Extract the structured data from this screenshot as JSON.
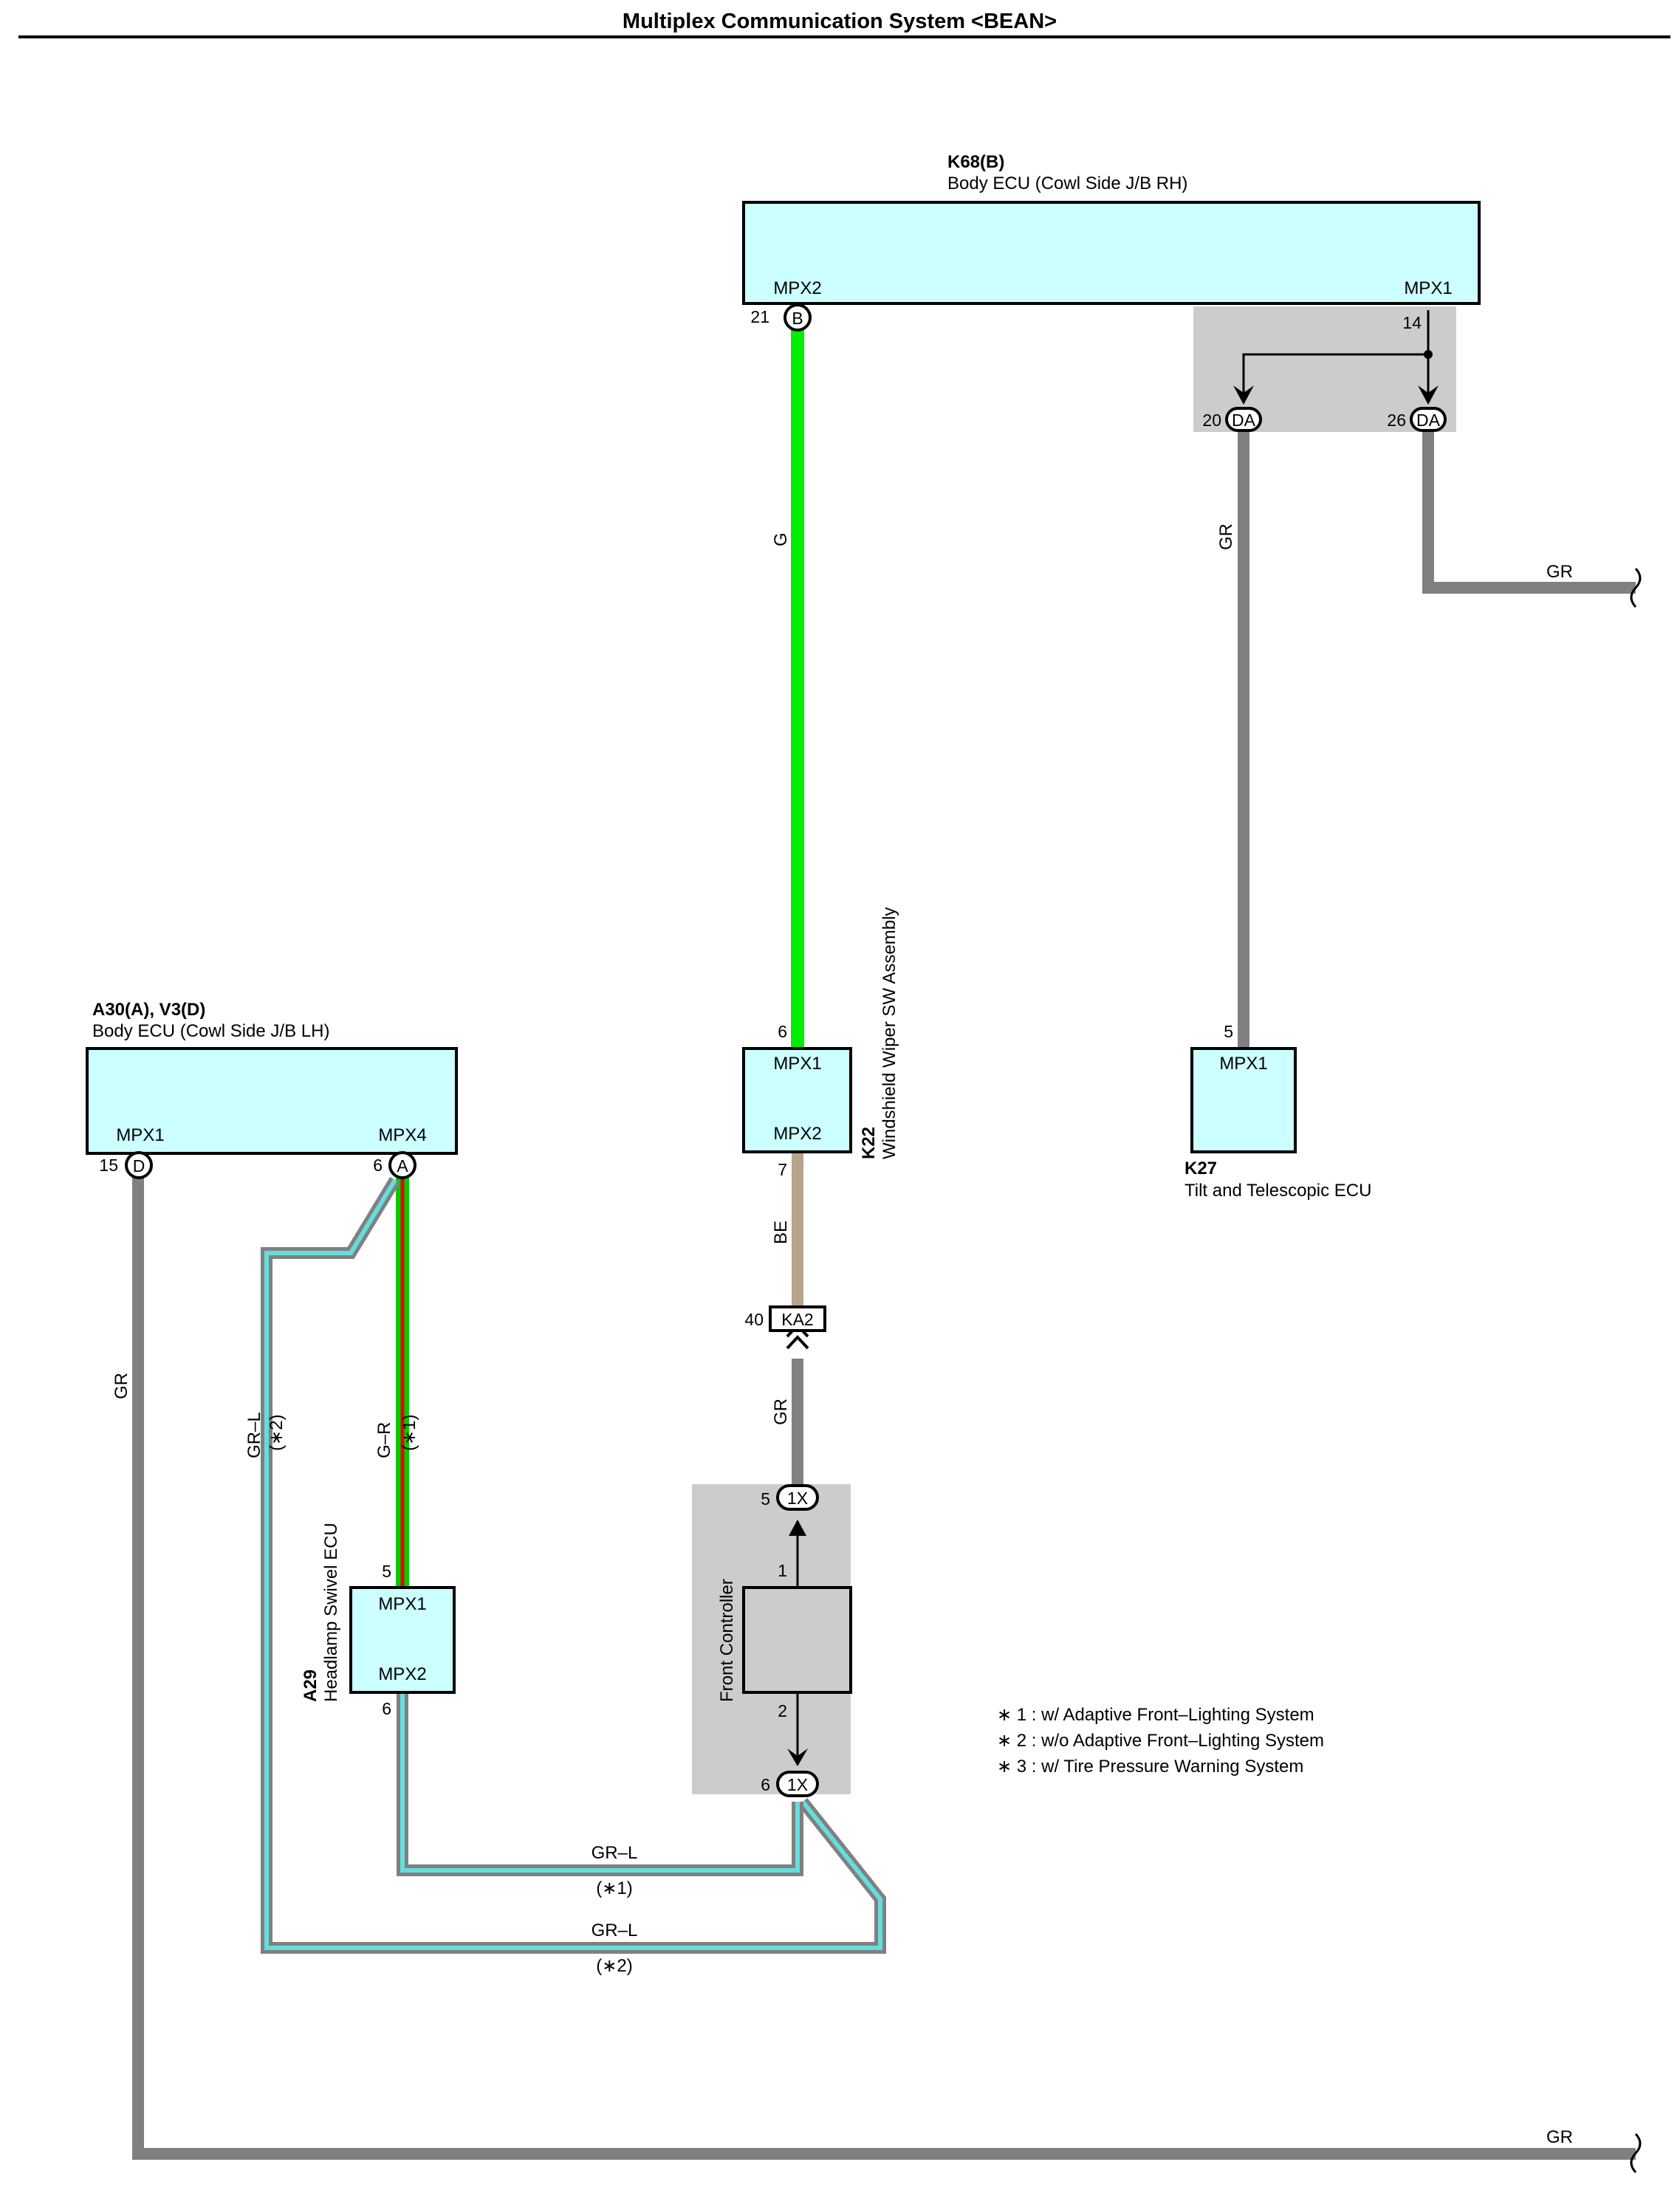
{
  "title": "Multiplex Communication System <BEAN>",
  "components": {
    "k68": {
      "code": "K68(B)",
      "name": "Body ECU (Cowl Side J/B RH)",
      "pin_mpx2": "MPX2",
      "pin_mpx1": "MPX1",
      "pin_21": "21",
      "conn_b": "B",
      "pin_14": "14"
    },
    "a30": {
      "code": "A30(A), V3(D)",
      "name": "Body ECU (Cowl Side J/B LH)",
      "pin_mpx1": "MPX1",
      "pin_mpx4": "MPX4",
      "pin_15": "15",
      "conn_d": "D",
      "pin_6": "6",
      "conn_a": "A"
    },
    "k22": {
      "code": "K22",
      "name": "Windshield Wiper SW Assembly",
      "pin_mpx1": "MPX1",
      "pin_mpx2": "MPX2",
      "pin_6": "6",
      "pin_7": "7"
    },
    "k27": {
      "code": "K27",
      "name": "Tilt and Telescopic ECU",
      "pin_mpx1": "MPX1",
      "pin_5": "5"
    },
    "a29": {
      "code": "A29",
      "name": "Headlamp Swivel ECU",
      "pin_mpx1": "MPX1",
      "pin_mpx2": "MPX2",
      "pin_5": "5",
      "pin_6": "6"
    },
    "front_controller": {
      "name": "Front Controller",
      "pin_1": "1",
      "pin_2": "2",
      "pin_5": "5",
      "pin_6": "6",
      "conn": "1X"
    }
  },
  "junctions": {
    "da": {
      "conn": "DA",
      "pin_20": "20",
      "pin_26": "26"
    },
    "ka2": {
      "conn": "KA2",
      "pin_40": "40"
    }
  },
  "wires": {
    "g": "G",
    "gr": "GR",
    "be": "BE",
    "gr_l": "GR–L",
    "g_r": "G–R",
    "note1": "(∗1)",
    "note2": "(∗2)"
  },
  "legend": [
    "∗ 1 : w/ Adaptive Front–Lighting System",
    "∗ 2 : w/o Adaptive Front–Lighting System",
    "∗ 3 : w/ Tire Pressure Warning System"
  ],
  "colors": {
    "ecu_fill": "#ccffff",
    "wire_green": "#00ee00",
    "wire_gray": "#808080",
    "wire_tan": "#b8a48c",
    "wire_red": "#ee0000",
    "wire_cyan": "#66dddd",
    "junction_fill": "#cccccc"
  }
}
